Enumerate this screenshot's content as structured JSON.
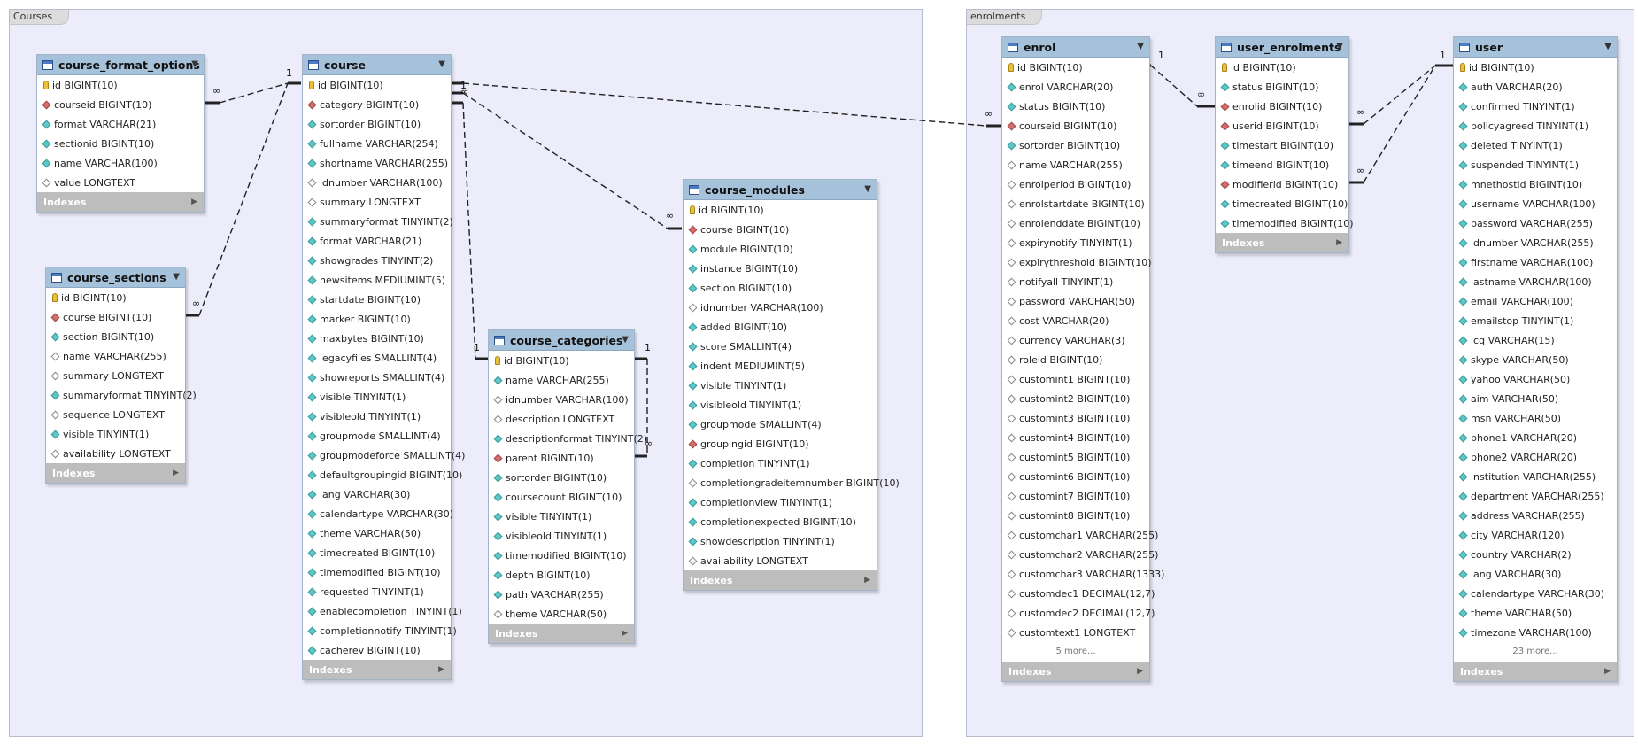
{
  "layers": {
    "courses": "Courses",
    "enrolments": "enrolments"
  },
  "indexes_label": "Indexes",
  "tables": {
    "course_format_options": {
      "name": "course_format_options",
      "columns": [
        {
          "k": "pk",
          "t": "id BIGINT(10)"
        },
        {
          "k": "fk",
          "t": "courseid BIGINT(10)"
        },
        {
          "k": "nn",
          "t": "format VARCHAR(21)"
        },
        {
          "k": "nn",
          "t": "sectionid BIGINT(10)"
        },
        {
          "k": "nn",
          "t": "name VARCHAR(100)"
        },
        {
          "k": "nl",
          "t": "value LONGTEXT"
        }
      ]
    },
    "course_sections": {
      "name": "course_sections",
      "columns": [
        {
          "k": "pk",
          "t": "id BIGINT(10)"
        },
        {
          "k": "fk",
          "t": "course BIGINT(10)"
        },
        {
          "k": "nn",
          "t": "section BIGINT(10)"
        },
        {
          "k": "nl",
          "t": "name VARCHAR(255)"
        },
        {
          "k": "nl",
          "t": "summary LONGTEXT"
        },
        {
          "k": "nn",
          "t": "summaryformat TINYINT(2)"
        },
        {
          "k": "nl",
          "t": "sequence LONGTEXT"
        },
        {
          "k": "nn",
          "t": "visible TINYINT(1)"
        },
        {
          "k": "nl",
          "t": "availability LONGTEXT"
        }
      ]
    },
    "course": {
      "name": "course",
      "columns": [
        {
          "k": "pk",
          "t": "id BIGINT(10)"
        },
        {
          "k": "fk",
          "t": "category BIGINT(10)"
        },
        {
          "k": "nn",
          "t": "sortorder BIGINT(10)"
        },
        {
          "k": "nn",
          "t": "fullname VARCHAR(254)"
        },
        {
          "k": "nn",
          "t": "shortname VARCHAR(255)"
        },
        {
          "k": "nl",
          "t": "idnumber VARCHAR(100)"
        },
        {
          "k": "nl",
          "t": "summary LONGTEXT"
        },
        {
          "k": "nn",
          "t": "summaryformat TINYINT(2)"
        },
        {
          "k": "nn",
          "t": "format VARCHAR(21)"
        },
        {
          "k": "nn",
          "t": "showgrades TINYINT(2)"
        },
        {
          "k": "nn",
          "t": "newsitems MEDIUMINT(5)"
        },
        {
          "k": "nn",
          "t": "startdate BIGINT(10)"
        },
        {
          "k": "nn",
          "t": "marker BIGINT(10)"
        },
        {
          "k": "nn",
          "t": "maxbytes BIGINT(10)"
        },
        {
          "k": "nn",
          "t": "legacyfiles SMALLINT(4)"
        },
        {
          "k": "nn",
          "t": "showreports SMALLINT(4)"
        },
        {
          "k": "nn",
          "t": "visible TINYINT(1)"
        },
        {
          "k": "nn",
          "t": "visibleold TINYINT(1)"
        },
        {
          "k": "nn",
          "t": "groupmode SMALLINT(4)"
        },
        {
          "k": "nn",
          "t": "groupmodeforce SMALLINT(4)"
        },
        {
          "k": "nn",
          "t": "defaultgroupingid BIGINT(10)"
        },
        {
          "k": "nn",
          "t": "lang VARCHAR(30)"
        },
        {
          "k": "nn",
          "t": "calendartype VARCHAR(30)"
        },
        {
          "k": "nn",
          "t": "theme VARCHAR(50)"
        },
        {
          "k": "nn",
          "t": "timecreated BIGINT(10)"
        },
        {
          "k": "nn",
          "t": "timemodified BIGINT(10)"
        },
        {
          "k": "nn",
          "t": "requested TINYINT(1)"
        },
        {
          "k": "nn",
          "t": "enablecompletion TINYINT(1)"
        },
        {
          "k": "nn",
          "t": "completionnotify TINYINT(1)"
        },
        {
          "k": "nn",
          "t": "cacherev BIGINT(10)"
        }
      ]
    },
    "course_categories": {
      "name": "course_categories",
      "columns": [
        {
          "k": "pk",
          "t": "id BIGINT(10)"
        },
        {
          "k": "nn",
          "t": "name VARCHAR(255)"
        },
        {
          "k": "nl",
          "t": "idnumber VARCHAR(100)"
        },
        {
          "k": "nl",
          "t": "description LONGTEXT"
        },
        {
          "k": "nn",
          "t": "descriptionformat TINYINT(2)"
        },
        {
          "k": "fk",
          "t": "parent BIGINT(10)"
        },
        {
          "k": "nn",
          "t": "sortorder BIGINT(10)"
        },
        {
          "k": "nn",
          "t": "coursecount BIGINT(10)"
        },
        {
          "k": "nn",
          "t": "visible TINYINT(1)"
        },
        {
          "k": "nn",
          "t": "visibleold TINYINT(1)"
        },
        {
          "k": "nn",
          "t": "timemodified BIGINT(10)"
        },
        {
          "k": "nn",
          "t": "depth BIGINT(10)"
        },
        {
          "k": "nn",
          "t": "path VARCHAR(255)"
        },
        {
          "k": "nl",
          "t": "theme VARCHAR(50)"
        }
      ]
    },
    "course_modules": {
      "name": "course_modules",
      "columns": [
        {
          "k": "pk",
          "t": "id BIGINT(10)"
        },
        {
          "k": "fk",
          "t": "course BIGINT(10)"
        },
        {
          "k": "nn",
          "t": "module BIGINT(10)"
        },
        {
          "k": "nn",
          "t": "instance BIGINT(10)"
        },
        {
          "k": "nn",
          "t": "section BIGINT(10)"
        },
        {
          "k": "nl",
          "t": "idnumber VARCHAR(100)"
        },
        {
          "k": "nn",
          "t": "added BIGINT(10)"
        },
        {
          "k": "nn",
          "t": "score SMALLINT(4)"
        },
        {
          "k": "nn",
          "t": "indent MEDIUMINT(5)"
        },
        {
          "k": "nn",
          "t": "visible TINYINT(1)"
        },
        {
          "k": "nn",
          "t": "visibleold TINYINT(1)"
        },
        {
          "k": "nn",
          "t": "groupmode SMALLINT(4)"
        },
        {
          "k": "fk",
          "t": "groupingid BIGINT(10)"
        },
        {
          "k": "nn",
          "t": "completion TINYINT(1)"
        },
        {
          "k": "nl",
          "t": "completiongradeitemnumber BIGINT(10)"
        },
        {
          "k": "nn",
          "t": "completionview TINYINT(1)"
        },
        {
          "k": "nn",
          "t": "completionexpected BIGINT(10)"
        },
        {
          "k": "nn",
          "t": "showdescription TINYINT(1)"
        },
        {
          "k": "nl",
          "t": "availability LONGTEXT"
        }
      ]
    },
    "enrol": {
      "name": "enrol",
      "more": "5 more...",
      "columns": [
        {
          "k": "pk",
          "t": "id BIGINT(10)"
        },
        {
          "k": "nn",
          "t": "enrol VARCHAR(20)"
        },
        {
          "k": "nn",
          "t": "status BIGINT(10)"
        },
        {
          "k": "fk",
          "t": "courseid BIGINT(10)"
        },
        {
          "k": "nn",
          "t": "sortorder BIGINT(10)"
        },
        {
          "k": "nl",
          "t": "name VARCHAR(255)"
        },
        {
          "k": "nl",
          "t": "enrolperiod BIGINT(10)"
        },
        {
          "k": "nl",
          "t": "enrolstartdate BIGINT(10)"
        },
        {
          "k": "nl",
          "t": "enrolenddate BIGINT(10)"
        },
        {
          "k": "nl",
          "t": "expirynotify TINYINT(1)"
        },
        {
          "k": "nl",
          "t": "expirythreshold BIGINT(10)"
        },
        {
          "k": "nl",
          "t": "notifyall TINYINT(1)"
        },
        {
          "k": "nl",
          "t": "password VARCHAR(50)"
        },
        {
          "k": "nl",
          "t": "cost VARCHAR(20)"
        },
        {
          "k": "nl",
          "t": "currency VARCHAR(3)"
        },
        {
          "k": "nl",
          "t": "roleid BIGINT(10)"
        },
        {
          "k": "nl",
          "t": "customint1 BIGINT(10)"
        },
        {
          "k": "nl",
          "t": "customint2 BIGINT(10)"
        },
        {
          "k": "nl",
          "t": "customint3 BIGINT(10)"
        },
        {
          "k": "nl",
          "t": "customint4 BIGINT(10)"
        },
        {
          "k": "nl",
          "t": "customint5 BIGINT(10)"
        },
        {
          "k": "nl",
          "t": "customint6 BIGINT(10)"
        },
        {
          "k": "nl",
          "t": "customint7 BIGINT(10)"
        },
        {
          "k": "nl",
          "t": "customint8 BIGINT(10)"
        },
        {
          "k": "nl",
          "t": "customchar1 VARCHAR(255)"
        },
        {
          "k": "nl",
          "t": "customchar2 VARCHAR(255)"
        },
        {
          "k": "nl",
          "t": "customchar3 VARCHAR(1333)"
        },
        {
          "k": "nl",
          "t": "customdec1 DECIMAL(12,7)"
        },
        {
          "k": "nl",
          "t": "customdec2 DECIMAL(12,7)"
        },
        {
          "k": "nl",
          "t": "customtext1 LONGTEXT"
        }
      ]
    },
    "user_enrolments": {
      "name": "user_enrolments",
      "columns": [
        {
          "k": "pk",
          "t": "id BIGINT(10)"
        },
        {
          "k": "nn",
          "t": "status BIGINT(10)"
        },
        {
          "k": "fk",
          "t": "enrolid BIGINT(10)"
        },
        {
          "k": "fk",
          "t": "userid BIGINT(10)"
        },
        {
          "k": "nn",
          "t": "timestart BIGINT(10)"
        },
        {
          "k": "nn",
          "t": "timeend BIGINT(10)"
        },
        {
          "k": "fk",
          "t": "modifierid BIGINT(10)"
        },
        {
          "k": "nn",
          "t": "timecreated BIGINT(10)"
        },
        {
          "k": "nn",
          "t": "timemodified BIGINT(10)"
        }
      ]
    },
    "user": {
      "name": "user",
      "more": "23 more...",
      "columns": [
        {
          "k": "pk",
          "t": "id BIGINT(10)"
        },
        {
          "k": "nn",
          "t": "auth VARCHAR(20)"
        },
        {
          "k": "nn",
          "t": "confirmed TINYINT(1)"
        },
        {
          "k": "nn",
          "t": "policyagreed TINYINT(1)"
        },
        {
          "k": "nn",
          "t": "deleted TINYINT(1)"
        },
        {
          "k": "nn",
          "t": "suspended TINYINT(1)"
        },
        {
          "k": "nn",
          "t": "mnethostid BIGINT(10)"
        },
        {
          "k": "nn",
          "t": "username VARCHAR(100)"
        },
        {
          "k": "nn",
          "t": "password VARCHAR(255)"
        },
        {
          "k": "nn",
          "t": "idnumber VARCHAR(255)"
        },
        {
          "k": "nn",
          "t": "firstname VARCHAR(100)"
        },
        {
          "k": "nn",
          "t": "lastname VARCHAR(100)"
        },
        {
          "k": "nn",
          "t": "email VARCHAR(100)"
        },
        {
          "k": "nn",
          "t": "emailstop TINYINT(1)"
        },
        {
          "k": "nn",
          "t": "icq VARCHAR(15)"
        },
        {
          "k": "nn",
          "t": "skype VARCHAR(50)"
        },
        {
          "k": "nn",
          "t": "yahoo VARCHAR(50)"
        },
        {
          "k": "nn",
          "t": "aim VARCHAR(50)"
        },
        {
          "k": "nn",
          "t": "msn VARCHAR(50)"
        },
        {
          "k": "nn",
          "t": "phone1 VARCHAR(20)"
        },
        {
          "k": "nn",
          "t": "phone2 VARCHAR(20)"
        },
        {
          "k": "nn",
          "t": "institution VARCHAR(255)"
        },
        {
          "k": "nn",
          "t": "department VARCHAR(255)"
        },
        {
          "k": "nn",
          "t": "address VARCHAR(255)"
        },
        {
          "k": "nn",
          "t": "city VARCHAR(120)"
        },
        {
          "k": "nn",
          "t": "country VARCHAR(2)"
        },
        {
          "k": "nn",
          "t": "lang VARCHAR(30)"
        },
        {
          "k": "nn",
          "t": "calendartype VARCHAR(30)"
        },
        {
          "k": "nn",
          "t": "theme VARCHAR(50)"
        },
        {
          "k": "nn",
          "t": "timezone VARCHAR(100)"
        }
      ]
    }
  },
  "relationships": [
    {
      "from": "course_format_options",
      "to": "course",
      "from_card": "∞",
      "to_card": "1"
    },
    {
      "from": "course_sections",
      "to": "course",
      "from_card": "∞",
      "to_card": "1"
    },
    {
      "from": "course_categories",
      "to": "course",
      "from_card": "1",
      "to_card": "∞"
    },
    {
      "from": "course_modules",
      "to": "course",
      "from_card": "∞",
      "to_card": "1"
    },
    {
      "from": "course_categories",
      "to": "course_categories",
      "from_card": "1",
      "to_card": "∞"
    },
    {
      "from": "enrol",
      "to": "course",
      "from_card": "∞",
      "to_card": "1"
    },
    {
      "from": "user_enrolments",
      "to": "enrol",
      "from_card": "∞",
      "to_card": "1"
    },
    {
      "from": "user_enrolments",
      "to": "user",
      "from_card": "∞",
      "to_card": "1"
    },
    {
      "from": "user_enrolments",
      "to": "user",
      "from_card": "∞",
      "to_card": "1"
    }
  ],
  "colors": {
    "layer_bg": "#ececfa",
    "header_bg": "#a6c2db",
    "indexes_bg": "#bdbdbd"
  }
}
